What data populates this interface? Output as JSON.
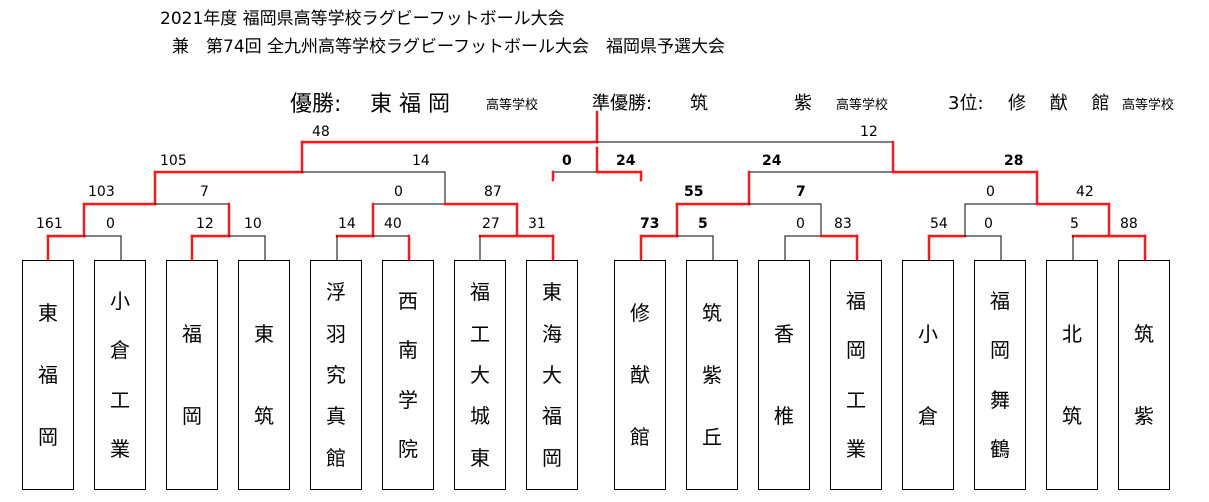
{
  "title": {
    "line1": "2021年度 福岡県高等学校ラグビーフットボール大会",
    "line2": "兼　第74回 全九州高等学校ラグビーフットボール大会　福岡県予選大会"
  },
  "results": {
    "champion_label": "優勝:",
    "champion": "東 福 岡",
    "champion_suffix": "高等学校",
    "runner_up_label": "準優勝:",
    "runner_up_a": "筑",
    "runner_up_b": "紫",
    "runner_up_suffix": "高等学校",
    "third_label": "3位:",
    "third": "修　 猷　 館",
    "third_suffix": "高等学校"
  },
  "scores": {
    "final": [
      "48",
      "12"
    ],
    "left_semi": [
      "105",
      "14"
    ],
    "left_q1": [
      "103",
      "7"
    ],
    "left_q2": [
      "0",
      "87"
    ],
    "r1": [
      [
        "161",
        "0"
      ],
      [
        "12",
        "10"
      ],
      [
        "14",
        "40"
      ],
      [
        "27",
        "31"
      ]
    ],
    "third_place": [
      "0",
      "24"
    ],
    "right_semi": [
      "24",
      "28"
    ],
    "right_q1": [
      "55",
      "7"
    ],
    "right_q2": [
      "0",
      "42"
    ],
    "r2": [
      [
        "73",
        "5"
      ],
      [
        "0",
        "83"
      ],
      [
        "54",
        "0"
      ],
      [
        "5",
        "88"
      ]
    ]
  },
  "teams": [
    "東福岡",
    "小倉工業",
    "福岡",
    "東筑",
    "浮羽究真館",
    "西南学院",
    "福工大城東",
    "東海大福岡",
    "修猷館",
    "筑紫丘",
    "香椎",
    "福岡工業",
    "小倉",
    "福岡舞鶴",
    "北筑",
    "筑紫"
  ],
  "colors": {
    "win_line": "#ee1c1c",
    "lose_line": "#000000"
  }
}
